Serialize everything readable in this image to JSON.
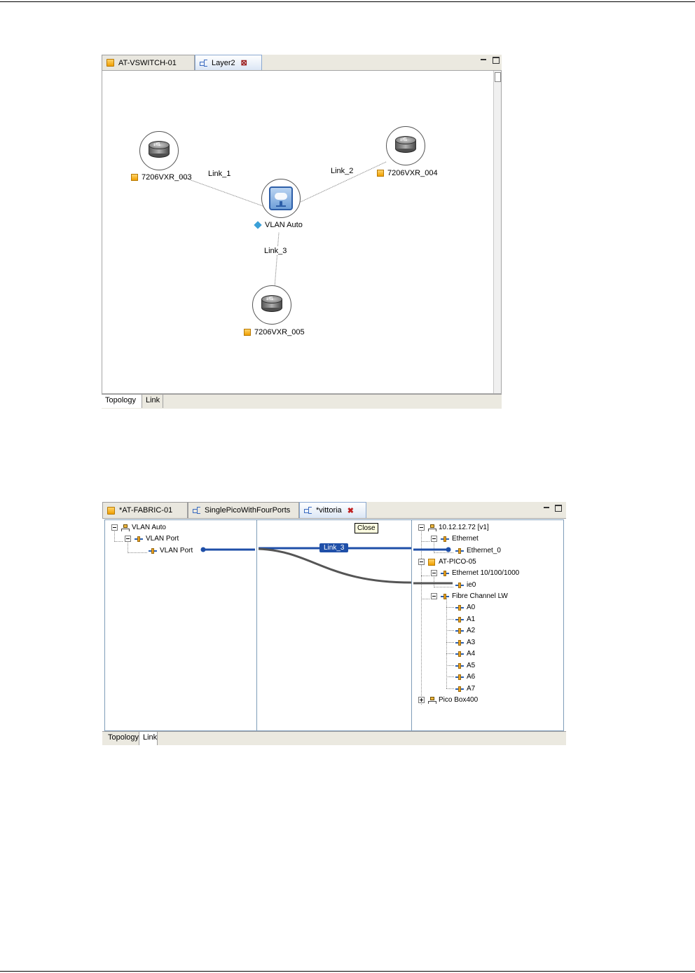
{
  "panel1": {
    "tabs": [
      {
        "label": "AT-VSWITCH-01",
        "icon": "device-square-icon",
        "active": false
      },
      {
        "label": "Layer2",
        "icon": "topology-icon",
        "active": true,
        "closable": true
      }
    ],
    "nodes": [
      {
        "label": "7206VXR_003",
        "icon": "router-icon"
      },
      {
        "label": "7206VXR_004",
        "icon": "router-icon"
      },
      {
        "label": "VLAN Auto",
        "icon": "vlan-icon"
      },
      {
        "label": "7206VXR_005",
        "icon": "router-icon"
      }
    ],
    "links": [
      "Link_1",
      "Link_2",
      "Link_3"
    ],
    "bottom_tabs": [
      "Topology",
      "Link"
    ],
    "active_bottom_tab": "Topology"
  },
  "panel2": {
    "tabs": [
      {
        "label": "*AT-FABRIC-01",
        "icon": "device-square-icon",
        "active": false
      },
      {
        "label": "SinglePicoWithFourPorts",
        "icon": "topology-icon",
        "active": false
      },
      {
        "label": "*vittoria",
        "icon": "topology-icon",
        "active": true,
        "closable": true
      }
    ],
    "tooltip": "Close",
    "left_tree": [
      {
        "label": "VLAN Auto",
        "level": 0,
        "expanded": true,
        "icon": "network-icon"
      },
      {
        "label": "VLAN Port",
        "level": 1,
        "expanded": true,
        "icon": "port-icon"
      },
      {
        "label": "VLAN Port",
        "level": 2,
        "icon": "port-icon"
      }
    ],
    "link_label": "Link_3",
    "right_tree": [
      {
        "label": "10.12.12.72 [v1]",
        "level": 0,
        "expanded": true,
        "icon": "network-icon"
      },
      {
        "label": "Ethernet",
        "level": 1,
        "expanded": true,
        "icon": "port-icon"
      },
      {
        "label": "Ethernet_0",
        "level": 2,
        "icon": "port-icon"
      },
      {
        "label": "AT-PICO-05",
        "level": 0,
        "expanded": true,
        "icon": "device-square-icon"
      },
      {
        "label": "Ethernet 10/100/1000",
        "level": 1,
        "expanded": true,
        "icon": "port-icon"
      },
      {
        "label": "ie0",
        "level": 2,
        "icon": "port-icon"
      },
      {
        "label": "Fibre Channel LW",
        "level": 1,
        "expanded": true,
        "icon": "port-icon"
      },
      {
        "label": "A0",
        "level": 2,
        "icon": "port-icon"
      },
      {
        "label": "A1",
        "level": 2,
        "icon": "port-icon"
      },
      {
        "label": "A2",
        "level": 2,
        "icon": "port-icon"
      },
      {
        "label": "A3",
        "level": 2,
        "icon": "port-icon"
      },
      {
        "label": "A4",
        "level": 2,
        "icon": "port-icon"
      },
      {
        "label": "A5",
        "level": 2,
        "icon": "port-icon"
      },
      {
        "label": "A6",
        "level": 2,
        "icon": "port-icon"
      },
      {
        "label": "A7",
        "level": 2,
        "icon": "port-icon"
      },
      {
        "label": "Pico Box400",
        "level": 0,
        "expanded": false,
        "icon": "network-icon"
      }
    ],
    "bottom_tabs": [
      "Topology",
      "Link"
    ],
    "active_bottom_tab": "Link"
  },
  "colors": {
    "link_blue": "#1f4fa8",
    "link_gray": "#555555",
    "device_orange": "#f0a000"
  }
}
